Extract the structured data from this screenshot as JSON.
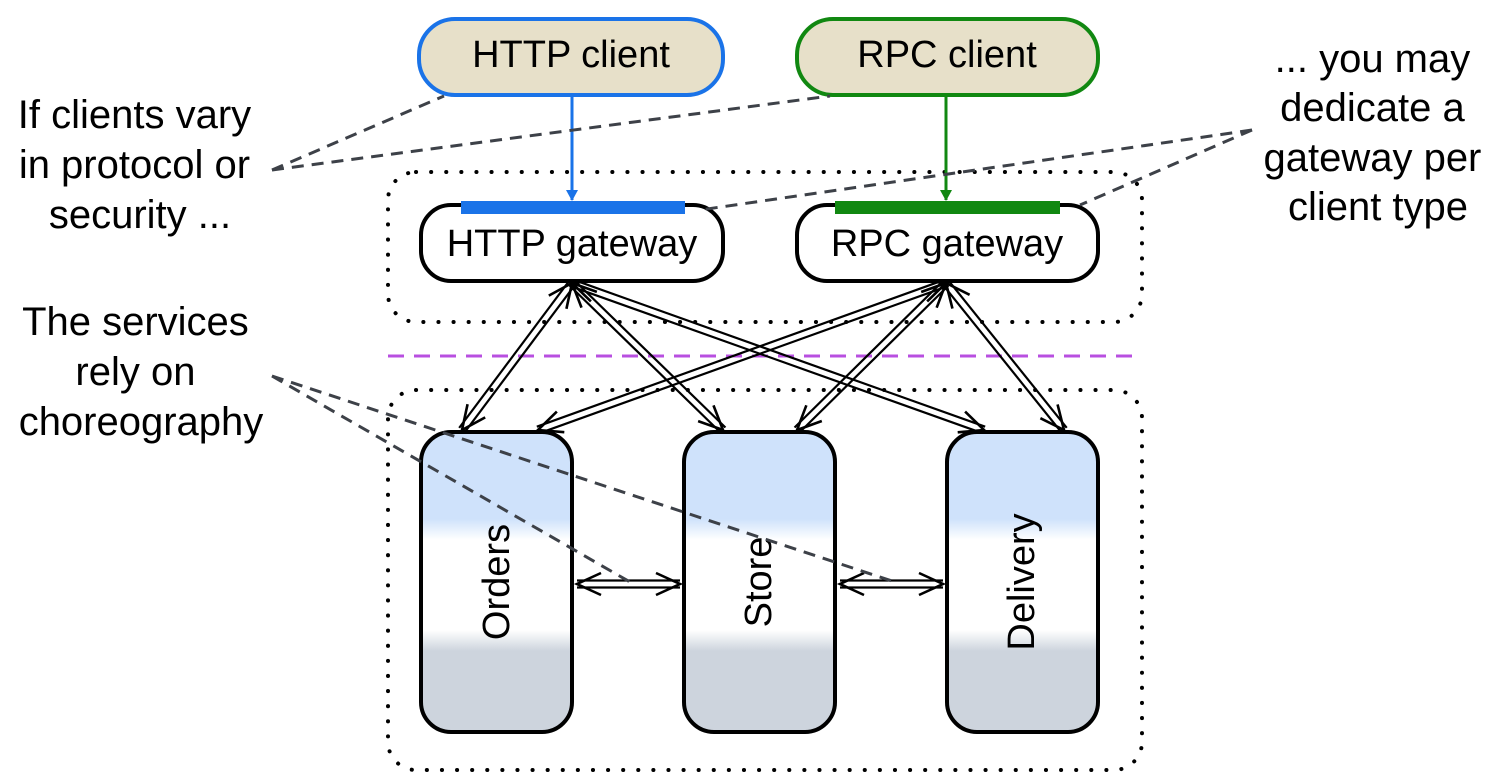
{
  "clients": {
    "http_client": "HTTP client",
    "rpc_client": "RPC client"
  },
  "gateways": {
    "http_gateway": "HTTP gateway",
    "rpc_gateway": "RPC gateway"
  },
  "services": {
    "orders": "Orders",
    "store": "Store",
    "delivery": "Delivery"
  },
  "notes": {
    "clients_vary": [
      "If clients vary",
      "in protocol or",
      "security ..."
    ],
    "dedicate_gateway": [
      "... you may",
      "dedicate a",
      "gateway per",
      "client type"
    ],
    "choreography": [
      "The services",
      "rely on",
      "choreography"
    ]
  },
  "colors": {
    "http": "#1a73e8",
    "rpc": "#118811",
    "client_fill": "#e7e0c9",
    "service_top": "#cfe2fb",
    "service_bottom": "#cdd4dd",
    "separator": "#b84fe0",
    "callout": "#3d4148"
  }
}
